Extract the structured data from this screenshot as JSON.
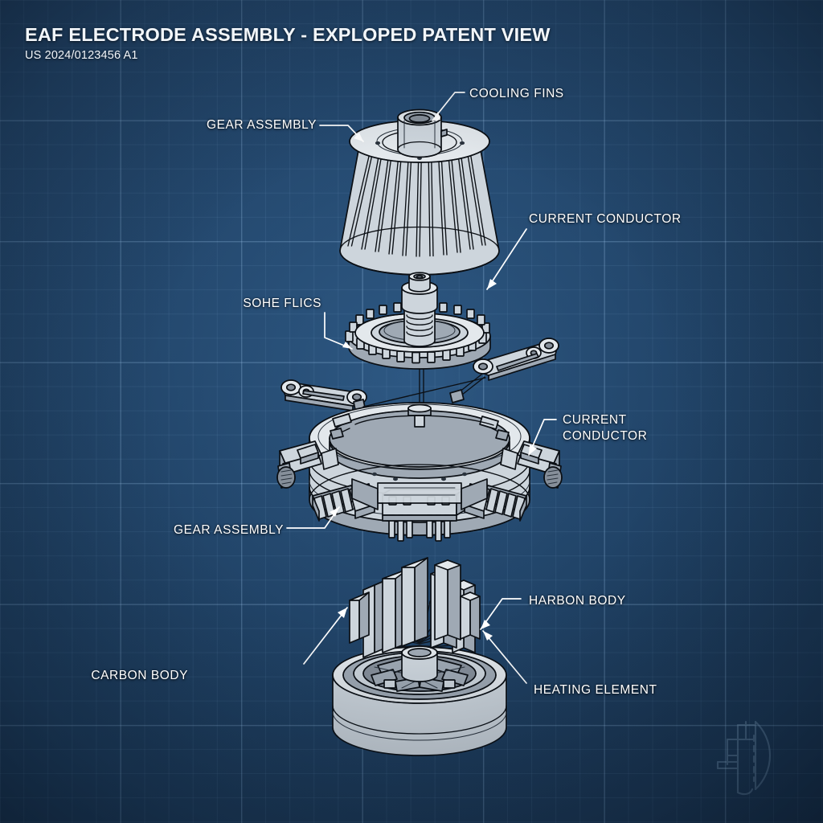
{
  "document": {
    "title": "EAF ELECTRODE ASSEMBLY - EXPLOPED PATENT VIEW",
    "subtitle": "US 2024/0123456 A1"
  },
  "theme": {
    "background_color": "#1e4166",
    "grid_color": "#96c3eb",
    "part_fill": "#cdd5dc",
    "part_outline": "#0b0f14",
    "label_color": "#ffffff",
    "leader_color": "#ffffff"
  },
  "callouts": [
    {
      "id": "cooling-fins",
      "text": "COOLING FINS",
      "side": "right"
    },
    {
      "id": "gear-assembly-top",
      "text": "GEAR ASSEMBLY",
      "side": "left"
    },
    {
      "id": "current-conductor-1",
      "text": "CURRENT CONDUCTOR",
      "side": "right"
    },
    {
      "id": "sohe-flics",
      "text": "SOHE FLICS",
      "side": "left"
    },
    {
      "id": "current-conductor-2",
      "text": "CURRENT\nCONDUCTOR",
      "side": "right"
    },
    {
      "id": "gear-assembly-ring",
      "text": "GEAR ASSEMBLY",
      "side": "left"
    },
    {
      "id": "harbon-body",
      "text": "HARBON BODY",
      "side": "right"
    },
    {
      "id": "carbon-body",
      "text": "CARBON BODY",
      "side": "left"
    },
    {
      "id": "heating-element",
      "text": "HEATING ELEMENT",
      "side": "right"
    }
  ],
  "components": [
    {
      "id": "finned-cone-shroud",
      "name": "Finned cone shroud with hub"
    },
    {
      "id": "ring-gear-linkage",
      "name": "Ring gear with stepped shaft and linkage arm"
    },
    {
      "id": "clamp-ring",
      "name": "Clamping ring with conductor brackets"
    },
    {
      "id": "carbon-body-base",
      "name": "Carbon body base with electrode posts"
    }
  ],
  "watermark": {
    "id": "section-profile-watermark",
    "name": "section profile watermark"
  }
}
